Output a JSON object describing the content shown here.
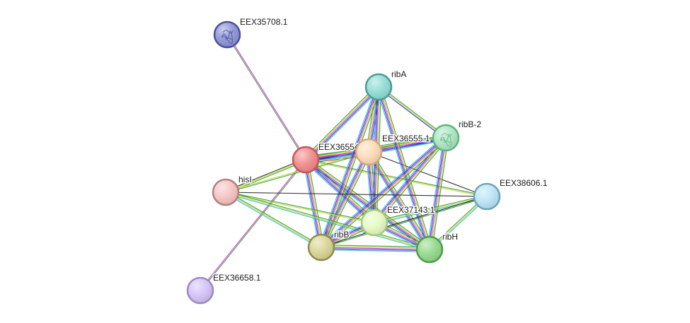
{
  "network": {
    "nodes": [
      {
        "id": "EEX36554",
        "label": "EEX36554",
        "color": "#f28b8b",
        "border": "#c4555b",
        "has_structure": false
      },
      {
        "id": "EEX36555.1",
        "label": "EEX36555.1",
        "color": "#fddcb8",
        "border": "#d6a77a",
        "has_structure": false
      },
      {
        "id": "ribA",
        "label": "ribA",
        "color": "#92ddd5",
        "border": "#4a9b92",
        "has_structure": false
      },
      {
        "id": "ribB-2",
        "label": "ribB-2",
        "color": "#aee6c3",
        "border": "#5fb57f",
        "has_structure": true
      },
      {
        "id": "EEX35708.1",
        "label": "EEX35708.1",
        "color": "#8e95d6",
        "border": "#4a4f9b",
        "has_structure": true
      },
      {
        "id": "hisI",
        "label": "hisI",
        "color": "#f6c4c4",
        "border": "#b57f7f",
        "has_structure": false
      },
      {
        "id": "EEX37143.1",
        "label": "EEX37143.1",
        "color": "#e6fbc4",
        "border": "#a6c87c",
        "has_structure": false
      },
      {
        "id": "ribB",
        "label": "ribB",
        "color": "#d9d595",
        "border": "#8f8b4a",
        "has_structure": false
      },
      {
        "id": "ribH",
        "label": "ribH",
        "color": "#93d98b",
        "border": "#4e9c49",
        "has_structure": false
      },
      {
        "id": "EEX38606.1",
        "label": "EEX38606.1",
        "color": "#bde6f6",
        "border": "#6aa4be",
        "has_structure": false
      },
      {
        "id": "EEX36658.1",
        "label": "EEX36658.1",
        "color": "#d4c4f8",
        "border": "#9b88c8",
        "has_structure": false
      }
    ],
    "edges": [
      {
        "source": "EEX36554",
        "target": "EEX36555.1",
        "evidence": [
          "#3a9c3a",
          "#c2d92e",
          "#d42ad4",
          "#2a2ad4",
          "#2a2a2a",
          "#2ab8d4",
          "#d42a2a"
        ]
      },
      {
        "source": "EEX36554",
        "target": "ribA",
        "evidence": [
          "#3a9c3a",
          "#c2d92e",
          "#d42ad4",
          "#2a2ad4",
          "#2ab8d4"
        ]
      },
      {
        "source": "EEX36554",
        "target": "ribB-2",
        "evidence": [
          "#3a9c3a",
          "#c2d92e",
          "#d42ad4",
          "#2a2ad4",
          "#2ab8d4"
        ]
      },
      {
        "source": "EEX36554",
        "target": "EEX35708.1",
        "evidence": [
          "#3a9c3a",
          "#d42ad4"
        ]
      },
      {
        "source": "EEX36554",
        "target": "hisI",
        "evidence": [
          "#3a9c3a",
          "#c2d92e",
          "#2a2a2a"
        ]
      },
      {
        "source": "EEX36554",
        "target": "EEX37143.1",
        "evidence": [
          "#3a9c3a",
          "#c2d92e",
          "#d42ad4",
          "#2a2ad4",
          "#2ab8d4"
        ]
      },
      {
        "source": "EEX36554",
        "target": "ribB",
        "evidence": [
          "#3a9c3a",
          "#c2d92e",
          "#d42ad4",
          "#2a2ad4",
          "#2ab8d4"
        ]
      },
      {
        "source": "EEX36554",
        "target": "ribH",
        "evidence": [
          "#3a9c3a",
          "#c2d92e",
          "#d42ad4",
          "#2a2ad4",
          "#2ab8d4"
        ]
      },
      {
        "source": "EEX36554",
        "target": "EEX38606.1",
        "evidence": [
          "#3a9c3a",
          "#c2d92e"
        ]
      },
      {
        "source": "EEX36554",
        "target": "EEX36658.1",
        "evidence": [
          "#3a9c3a",
          "#d42ad4"
        ]
      },
      {
        "source": "EEX36555.1",
        "target": "ribA",
        "evidence": [
          "#3a9c3a",
          "#c2d92e",
          "#d42ad4",
          "#2a2ad4",
          "#2ab8d4"
        ]
      },
      {
        "source": "EEX36555.1",
        "target": "ribB-2",
        "evidence": [
          "#3a9c3a",
          "#c2d92e",
          "#d42ad4",
          "#2a2ad4",
          "#2ab8d4"
        ]
      },
      {
        "source": "EEX36555.1",
        "target": "EEX37143.1",
        "evidence": [
          "#3a9c3a",
          "#c2d92e",
          "#d42ad4",
          "#2a2ad4",
          "#2ab8d4"
        ]
      },
      {
        "source": "EEX36555.1",
        "target": "ribB",
        "evidence": [
          "#3a9c3a",
          "#c2d92e",
          "#d42ad4",
          "#2a2ad4",
          "#2ab8d4"
        ]
      },
      {
        "source": "EEX36555.1",
        "target": "ribH",
        "evidence": [
          "#3a9c3a",
          "#c2d92e",
          "#d42ad4",
          "#2a2ad4",
          "#2ab8d4"
        ]
      },
      {
        "source": "EEX36555.1",
        "target": "EEX38606.1",
        "evidence": [
          "#2a2a2a"
        ]
      },
      {
        "source": "EEX36555.1",
        "target": "hisI",
        "evidence": [
          "#3a9c3a",
          "#c2d92e"
        ]
      },
      {
        "source": "ribA",
        "target": "ribB-2",
        "evidence": [
          "#3a9c3a",
          "#c2d92e",
          "#2a2ad4"
        ]
      },
      {
        "source": "ribA",
        "target": "EEX37143.1",
        "evidence": [
          "#3a9c3a",
          "#c2d92e",
          "#d42ad4",
          "#2a2ad4",
          "#2ab8d4"
        ]
      },
      {
        "source": "ribA",
        "target": "ribB",
        "evidence": [
          "#3a9c3a",
          "#c2d92e",
          "#d42ad4",
          "#2a2ad4",
          "#2ab8d4"
        ]
      },
      {
        "source": "ribA",
        "target": "ribH",
        "evidence": [
          "#3a9c3a",
          "#c2d92e",
          "#d42ad4",
          "#2a2ad4",
          "#2ab8d4"
        ]
      },
      {
        "source": "ribB-2",
        "target": "EEX37143.1",
        "evidence": [
          "#3a9c3a",
          "#c2d92e",
          "#d42ad4",
          "#2a2ad4",
          "#2ab8d4"
        ]
      },
      {
        "source": "ribB-2",
        "target": "ribB",
        "evidence": [
          "#3a9c3a",
          "#c2d92e",
          "#d42ad4",
          "#2a2ad4",
          "#2ab8d4"
        ]
      },
      {
        "source": "ribB-2",
        "target": "ribH",
        "evidence": [
          "#3a9c3a",
          "#c2d92e",
          "#d42ad4",
          "#2a2ad4",
          "#2ab8d4"
        ]
      },
      {
        "source": "hisI",
        "target": "EEX37143.1",
        "evidence": [
          "#3a9c3a",
          "#c2d92e"
        ]
      },
      {
        "source": "hisI",
        "target": "ribB",
        "evidence": [
          "#3a9c3a",
          "#c2d92e",
          "#2ab8d4"
        ]
      },
      {
        "source": "hisI",
        "target": "ribH",
        "evidence": [
          "#3a9c3a",
          "#c2d92e",
          "#2ab8d4"
        ]
      },
      {
        "source": "hisI",
        "target": "EEX38606.1",
        "evidence": [
          "#2a2a2a"
        ]
      },
      {
        "source": "EEX37143.1",
        "target": "ribB",
        "evidence": [
          "#3a9c3a",
          "#c2d92e",
          "#d42ad4",
          "#2a2ad4",
          "#2ab8d4"
        ]
      },
      {
        "source": "EEX37143.1",
        "target": "ribH",
        "evidence": [
          "#3a9c3a",
          "#c2d92e",
          "#d42ad4",
          "#2a2ad4",
          "#2ab8d4"
        ]
      },
      {
        "source": "EEX37143.1",
        "target": "EEX38606.1",
        "evidence": [
          "#3a9c3a",
          "#c2d92e",
          "#2ab8d4"
        ]
      },
      {
        "source": "ribB",
        "target": "ribH",
        "evidence": [
          "#3a9c3a",
          "#c2d92e",
          "#d42ad4",
          "#2a2ad4",
          "#2ab8d4"
        ]
      },
      {
        "source": "ribB",
        "target": "EEX38606.1",
        "evidence": [
          "#2a2a2a",
          "#3a9c3a"
        ]
      },
      {
        "source": "ribH",
        "target": "EEX38606.1",
        "evidence": [
          "#3a9c3a",
          "#c2d92e",
          "#2ab8d4"
        ]
      }
    ]
  }
}
